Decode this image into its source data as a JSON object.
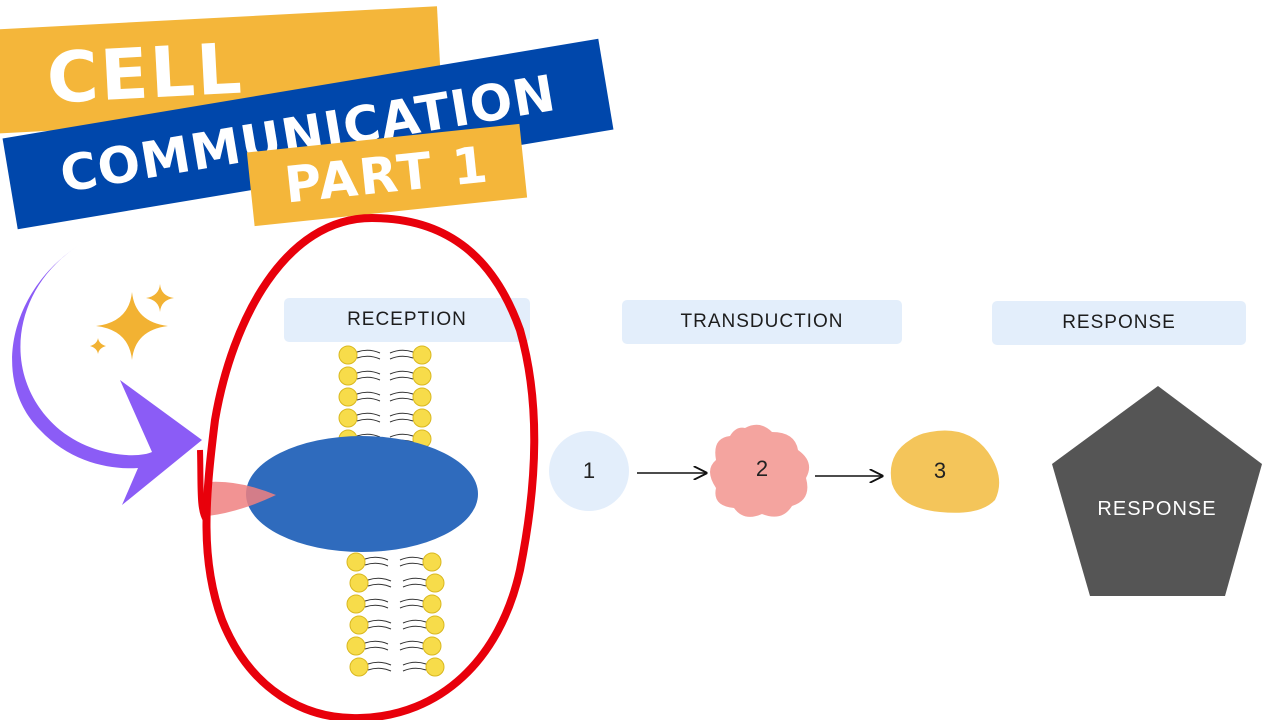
{
  "title": {
    "line1": "CELL",
    "line2": "COMMUNICATION",
    "line3": "PART 1"
  },
  "stages": {
    "reception": "RECEPTION",
    "transduction": "TRANSDUCTION",
    "response": "RESPONSE"
  },
  "pathway": {
    "step1": "1",
    "step2": "2",
    "step3": "3",
    "response_shape": "RESPONSE"
  },
  "colors": {
    "title_yellow": "#f4b63a",
    "title_blue": "#0047ab",
    "stage_label_bg": "#e3eefb",
    "receptor_blue": "#2f6bbd",
    "ligand_pink": "#f08080",
    "highlight_red": "#e8000b",
    "arrow_purple": "#8b5cf6",
    "sparkle_gold": "#f2b233",
    "step1_fill": "#e3eefb",
    "step2_fill": "#f4a49f",
    "step3_fill": "#f4c55a",
    "response_fill": "#555555",
    "phospholipid_head": "#f7dc4a"
  },
  "icons": {
    "pointer_arrow": "curved-arrow-icon",
    "sparkle": "sparkle-icon",
    "membrane": "phospholipid-bilayer-icon"
  }
}
